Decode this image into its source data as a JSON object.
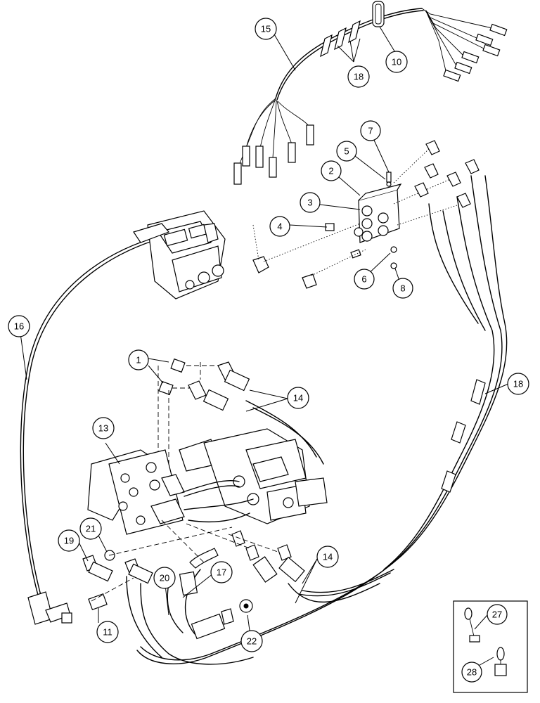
{
  "callouts": [
    {
      "id": "c1",
      "label": "1"
    },
    {
      "id": "c2",
      "label": "2"
    },
    {
      "id": "c3",
      "label": "3"
    },
    {
      "id": "c4",
      "label": "4"
    },
    {
      "id": "c5",
      "label": "5"
    },
    {
      "id": "c6",
      "label": "6"
    },
    {
      "id": "c7",
      "label": "7"
    },
    {
      "id": "c8",
      "label": "8"
    },
    {
      "id": "c10",
      "label": "10"
    },
    {
      "id": "c11",
      "label": "11"
    },
    {
      "id": "c13",
      "label": "13"
    },
    {
      "id": "c14a",
      "label": "14"
    },
    {
      "id": "c14b",
      "label": "14"
    },
    {
      "id": "c15",
      "label": "15"
    },
    {
      "id": "c16",
      "label": "16"
    },
    {
      "id": "c17",
      "label": "17"
    },
    {
      "id": "c18a",
      "label": "18"
    },
    {
      "id": "c18b",
      "label": "18"
    },
    {
      "id": "c19",
      "label": "19"
    },
    {
      "id": "c20",
      "label": "20"
    },
    {
      "id": "c21",
      "label": "21"
    },
    {
      "id": "c22",
      "label": "22"
    },
    {
      "id": "c27",
      "label": "27"
    },
    {
      "id": "c28",
      "label": "28"
    }
  ],
  "colors": {
    "ink": "#000000",
    "paper": "#ffffff"
  }
}
